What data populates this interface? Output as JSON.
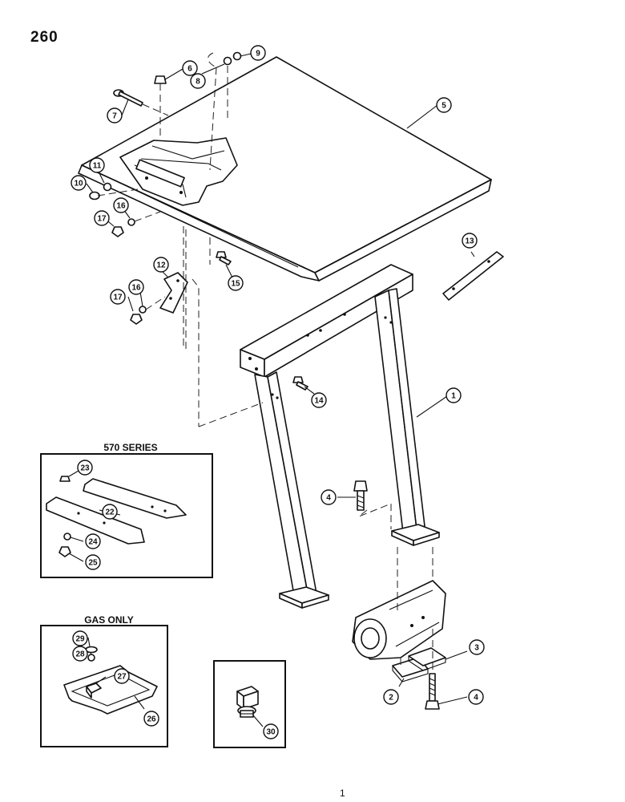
{
  "page": {
    "number": "260",
    "footer_mark": "1"
  },
  "insets": {
    "series_570": {
      "title": "570 SERIES"
    },
    "gas_only": {
      "title": "GAS ONLY"
    }
  },
  "callouts": [
    {
      "id": "c1",
      "label": "1"
    },
    {
      "id": "c2",
      "label": "2"
    },
    {
      "id": "c3",
      "label": "3"
    },
    {
      "id": "c4a",
      "label": "4"
    },
    {
      "id": "c4b",
      "label": "4"
    },
    {
      "id": "c5",
      "label": "5"
    },
    {
      "id": "c6",
      "label": "6"
    },
    {
      "id": "c7",
      "label": "7"
    },
    {
      "id": "c8",
      "label": "8"
    },
    {
      "id": "c9",
      "label": "9"
    },
    {
      "id": "c10",
      "label": "10"
    },
    {
      "id": "c11",
      "label": "11"
    },
    {
      "id": "c12",
      "label": "12"
    },
    {
      "id": "c13",
      "label": "13"
    },
    {
      "id": "c14",
      "label": "14"
    },
    {
      "id": "c15",
      "label": "15"
    },
    {
      "id": "c16a",
      "label": "16"
    },
    {
      "id": "c16b",
      "label": "16"
    },
    {
      "id": "c17a",
      "label": "17"
    },
    {
      "id": "c17b",
      "label": "17"
    },
    {
      "id": "c22",
      "label": "22"
    },
    {
      "id": "c23",
      "label": "23"
    },
    {
      "id": "c24",
      "label": "24"
    },
    {
      "id": "c25",
      "label": "25"
    },
    {
      "id": "c26",
      "label": "26"
    },
    {
      "id": "c27",
      "label": "27"
    },
    {
      "id": "c28",
      "label": "28"
    },
    {
      "id": "c29",
      "label": "29"
    },
    {
      "id": "c30",
      "label": "30"
    }
  ]
}
